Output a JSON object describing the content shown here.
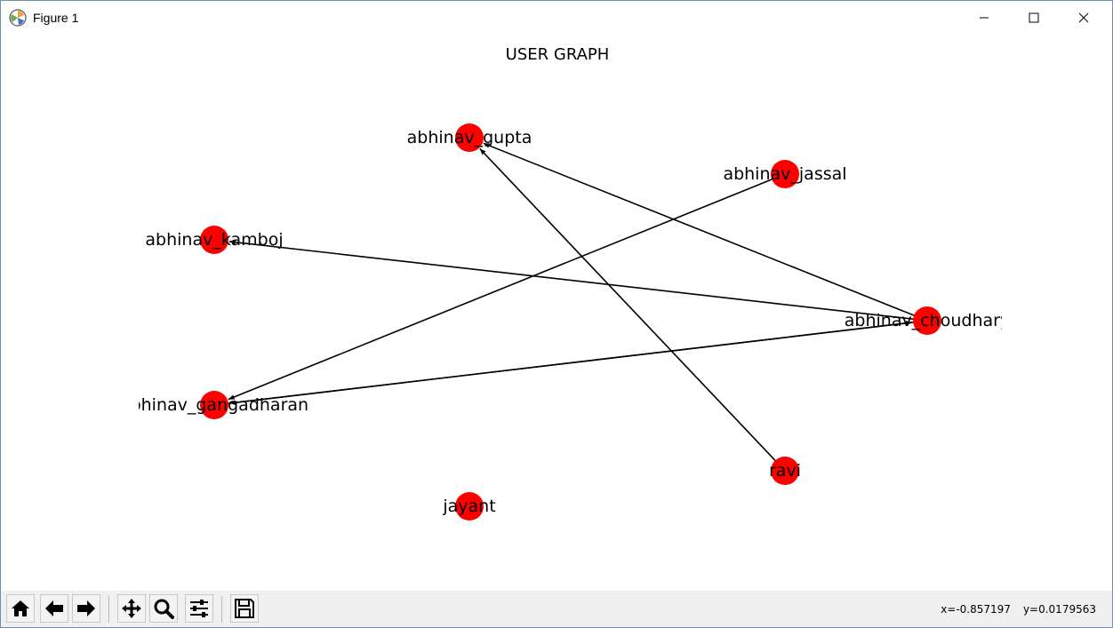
{
  "window": {
    "title": "Figure 1"
  },
  "figure": {
    "title": "USER GRAPH"
  },
  "graph": {
    "nodes": [
      {
        "id": "abhinav_gupta",
        "label": "abhinav_gupta"
      },
      {
        "id": "abhinav_jassal",
        "label": "abhinav_jassal"
      },
      {
        "id": "abhinav_kamboj",
        "label": "abhinav_kamboj"
      },
      {
        "id": "abhinav_choudhary",
        "label": "abhinav_choudhary"
      },
      {
        "id": "abhinav_gangadharan",
        "label": "abhinav_gangadharan"
      },
      {
        "id": "ravi",
        "label": "ravi"
      },
      {
        "id": "jayant",
        "label": "jayant"
      }
    ],
    "edges": [
      {
        "from": "abhinav_choudhary",
        "to": "abhinav_gupta"
      },
      {
        "from": "ravi",
        "to": "abhinav_gupta"
      },
      {
        "from": "abhinav_jassal",
        "to": "abhinav_gangadharan"
      },
      {
        "from": "abhinav_choudhary",
        "to": "abhinav_kamboj"
      },
      {
        "from": "abhinav_choudhary",
        "to": "abhinav_gangadharan"
      },
      {
        "from": "abhinav_gangadharan",
        "to": "abhinav_choudhary"
      }
    ],
    "node_color": "#ff0000",
    "edge_color": "#000000"
  },
  "toolbar": {
    "tools": [
      "home-icon",
      "back-icon",
      "forward-icon",
      "pan-icon",
      "zoom-icon",
      "configure-subplots-icon",
      "save-icon"
    ]
  },
  "status": {
    "x": "x=-0.857197",
    "y": "y=0.0179563"
  }
}
